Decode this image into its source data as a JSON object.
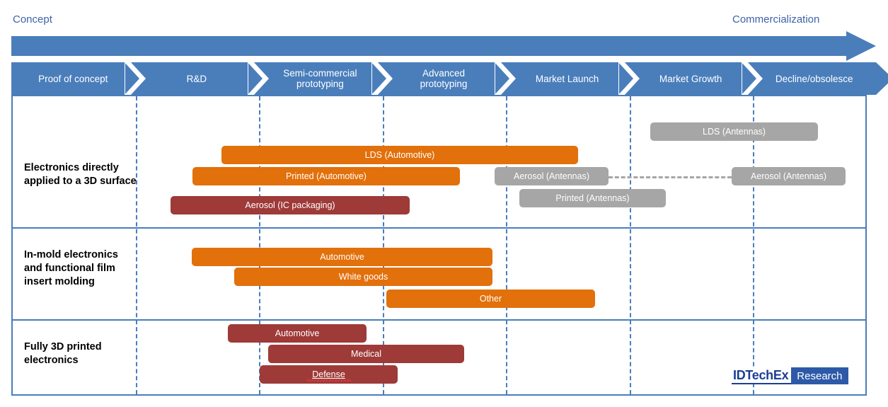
{
  "top_axis": {
    "left_label": "Concept",
    "right_label": "Commercialization",
    "arrow_color": "#4a7ebb",
    "label_color": "#3f62a8"
  },
  "stages": [
    {
      "label": "Proof of concept"
    },
    {
      "label": "R&D"
    },
    {
      "label": "Semi-commercial prototyping"
    },
    {
      "label": "Advanced prototyping"
    },
    {
      "label": "Market Launch"
    },
    {
      "label": "Market Growth"
    },
    {
      "label": "Decline/obsolesce"
    }
  ],
  "colors": {
    "orange": "#e2700b",
    "dark_red": "#9e3a38",
    "gray": "#a6a6a6",
    "frame_blue": "#4a7ebb"
  },
  "chart_data": {
    "type": "bar",
    "title": "Technology roadmap: 3D electronics",
    "xlabel": "",
    "ylabel": "",
    "grid": true,
    "legend": "none",
    "x_categories": [
      "Proof of concept",
      "R&D",
      "Semi-commercial prototyping",
      "Advanced prototyping",
      "Market Launch",
      "Market Growth",
      "Decline/obsolesce"
    ],
    "rows": [
      {
        "label": "Electronics directly applied to a 3D surface",
        "bars": [
          {
            "name": "LDS (Antennas)",
            "color": "gray",
            "start": 5.0,
            "end": 6.4
          },
          {
            "name": "LDS (Automotive)",
            "color": "orange",
            "start": 1.7,
            "end": 4.7
          },
          {
            "name": "Printed (Automotive)",
            "color": "orange",
            "start": 1.5,
            "end": 3.7
          },
          {
            "name": "Aerosol (Antennas)",
            "color": "gray",
            "start": 4.0,
            "end": 5.0
          },
          {
            "name": "Aerosol (Antennas)",
            "color": "gray",
            "start": 6.0,
            "end": 7.0,
            "connector_from_previous": true
          },
          {
            "name": "Printed (Antennas)",
            "color": "gray",
            "start": 4.2,
            "end": 5.4
          },
          {
            "name": "Aerosol (IC packaging)",
            "color": "dark",
            "start": 1.3,
            "end": 3.3
          }
        ]
      },
      {
        "label": "In-mold electronics and functional film insert molding",
        "bars": [
          {
            "name": "Automotive",
            "color": "orange",
            "start": 1.5,
            "end": 4.0
          },
          {
            "name": "White goods",
            "color": "orange",
            "start": 1.9,
            "end": 4.0
          },
          {
            "name": "Other",
            "color": "orange",
            "start": 3.1,
            "end": 4.9
          }
        ]
      },
      {
        "label": "Fully 3D printed electronics",
        "bars": [
          {
            "name": "Automotive",
            "color": "dark",
            "start": 1.8,
            "end": 3.0
          },
          {
            "name": "Medical",
            "color": "dark",
            "start": 2.1,
            "end": 3.8,
            "misspelled": false
          },
          {
            "name": "Defense",
            "color": "dark",
            "start": 2.0,
            "end": 3.2,
            "misspelled": true
          }
        ]
      }
    ]
  },
  "logo": {
    "brand": "IDTechEx",
    "product": "Research",
    "brand_color": "#1c3f94",
    "product_bg": "#2d5aa8"
  }
}
